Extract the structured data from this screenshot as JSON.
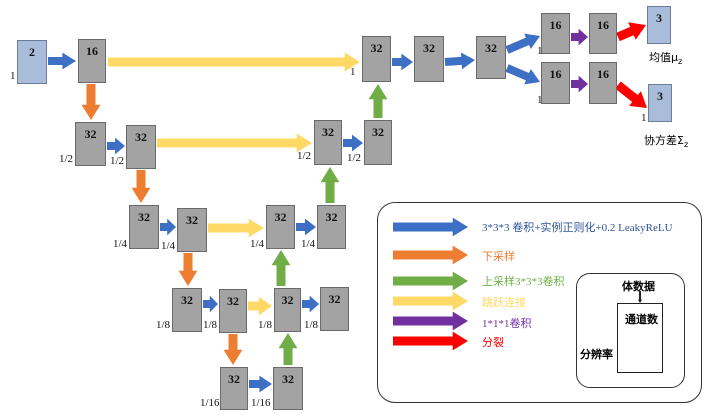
{
  "blocks": {
    "input": "2",
    "e1": "16",
    "d1a": "32",
    "d1b": "32",
    "d2a": "32",
    "d2b": "32",
    "d3a": "32",
    "d3b": "32",
    "d4a": "32",
    "u3a": "32",
    "u3b": "32",
    "u2a": "32",
    "u2b": "32",
    "u1a": "32",
    "u1b": "32",
    "u0a": "32",
    "u0b": "32",
    "u0c": "32",
    "mu16a": "16",
    "mu16b": "16",
    "mu_out": "3",
    "sig16a": "16",
    "sig16b": "16",
    "sig_out": "3"
  },
  "scales": {
    "s1": "1",
    "s2": "1/2",
    "s4": "1/4",
    "s8": "1/8",
    "s16": "1/16"
  },
  "outputs": {
    "mean_label": "均值μ",
    "mean_sub": "z",
    "cov_label": "协方差Σ",
    "cov_sub": "z"
  },
  "legend": {
    "items": [
      {
        "text": "3*3*3 卷积+实例正则化+0.2 LeakyReLU",
        "color": "#3d6fc4",
        "text_color": "#2f5597"
      },
      {
        "text": "下采样",
        "color": "#ed7d31",
        "text_color": "#ed7d31"
      },
      {
        "text": "上采样3*3*3卷积",
        "color": "#70ad47",
        "text_color": "#70ad47"
      },
      {
        "text": "跳跃连接",
        "color": "#ffd966",
        "text_color": "#ffd966"
      },
      {
        "text": "1*1*1卷积",
        "color": "#7030a0",
        "text_color": "#7030a0"
      },
      {
        "text": "分裂",
        "color": "#ff0000",
        "text_color": "#ff0000"
      }
    ],
    "volume": {
      "title": "体数据",
      "channels": "通道数",
      "resolution": "分辨率"
    }
  },
  "colors": {
    "conv": "#3d6fc4",
    "down": "#ed7d31",
    "up": "#70ad47",
    "skip": "#ffd966",
    "conv1": "#7030a0",
    "split": "#ff0000",
    "block_gray": "#a3a3a3",
    "block_blue": "#a9bcd9"
  }
}
